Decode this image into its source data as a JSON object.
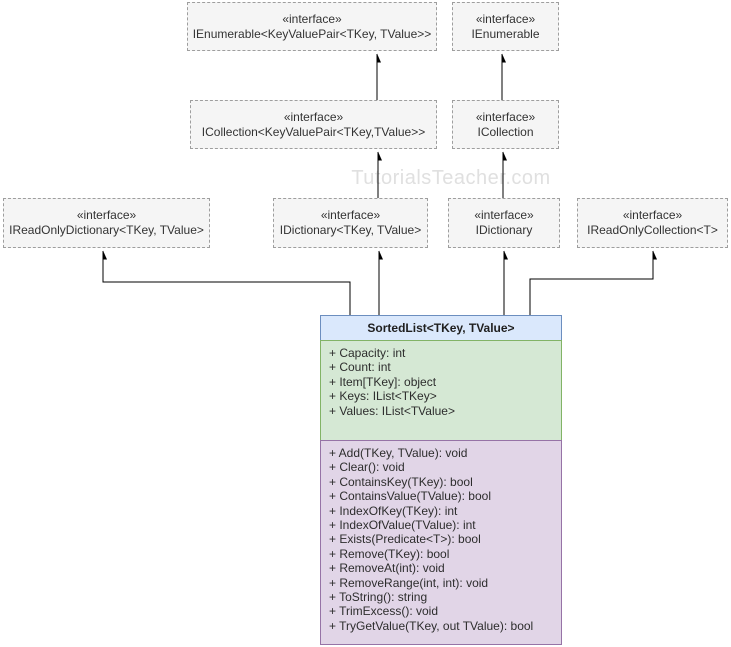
{
  "watermark": "TutorialsTeacher.com",
  "stereotype_label": "«interface»",
  "interfaces": [
    {
      "name": "IEnumerable<KeyValuePair<TKey, TValue>>"
    },
    {
      "name": "IEnumerable"
    },
    {
      "name": "ICollection<KeyValuePair<TKey,TValue>>"
    },
    {
      "name": "ICollection"
    },
    {
      "name": "IReadOnlyDictionary<TKey, TValue>"
    },
    {
      "name": "IDictionary<TKey, TValue>"
    },
    {
      "name": "IDictionary"
    },
    {
      "name": "IReadOnlyCollection<T>"
    }
  ],
  "class_node": {
    "title": "SortedList<TKey, TValue>",
    "properties": [
      "+ Capacity: int",
      "+ Count: int",
      "+ Item[TKey]: object",
      "+ Keys: IList<TKey>",
      "+ Values: IList<TValue>"
    ],
    "methods": [
      "+ Add(TKey, TValue): void",
      "+ Clear(): void",
      "+ ContainsKey(TKey): bool",
      "+ ContainsValue(TValue): bool",
      "+ IndexOfKey(TKey): int",
      "+ IndexOfValue(TValue): int",
      "+ Exists(Predicate<T>): bool",
      "+ Remove(TKey): bool",
      "+ RemoveAt(int): void",
      "+ RemoveRange(int, int): void",
      "+ ToString(): string",
      "+ TrimExcess(): void",
      "+ TryGetValue(TKey, out TValue): bool"
    ]
  },
  "colors": {
    "header_fill": "#dae8fc",
    "header_border": "#6c8ebf",
    "properties_fill": "#d5e8d4",
    "properties_border": "#82b366",
    "methods_fill": "#e1d5e7",
    "methods_border": "#9673a6",
    "interface_fill": "#f5f5f5",
    "interface_border": "#9e9e9e",
    "edge": "#000000",
    "watermark": "#e0e0e0"
  }
}
